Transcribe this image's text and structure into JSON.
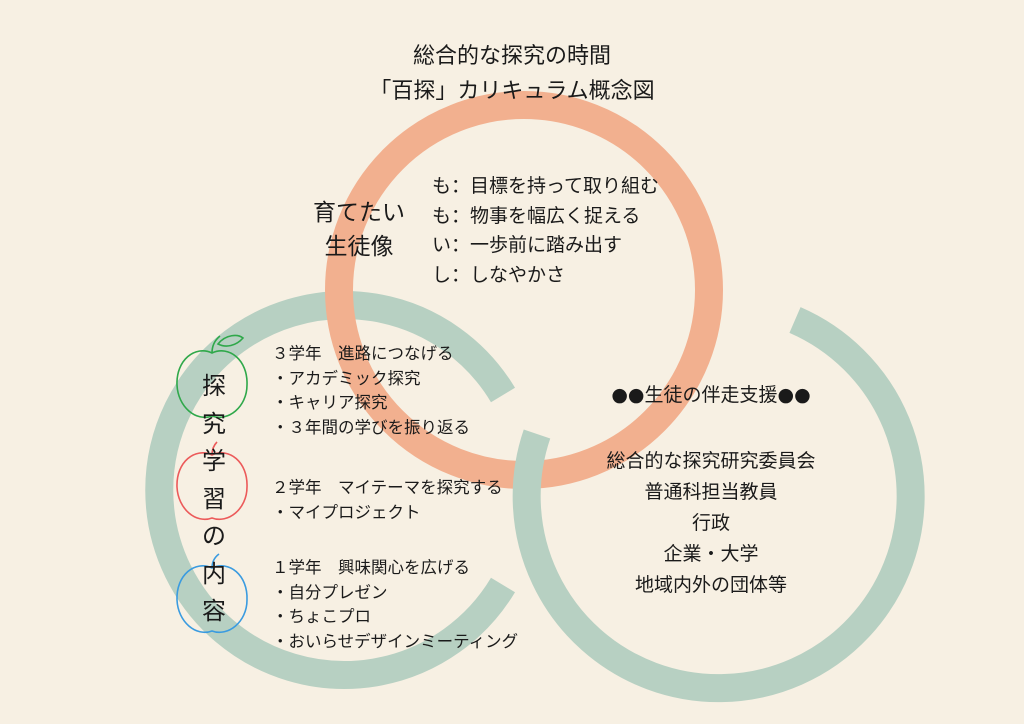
{
  "title": {
    "line1": "総合的な探究の時間",
    "line2": "「百探」カリキュラム概念図"
  },
  "goal": {
    "heading_line1": "育てたい",
    "heading_line2": "生徒像",
    "items": [
      "も：目標を持って取り組む",
      "も：物事を幅広く捉える",
      "い：一歩前に踏み出す",
      "し：しなやかさ"
    ]
  },
  "content": {
    "vertical_chars": [
      "探",
      "究",
      "学",
      "習",
      "の",
      "内",
      "容"
    ],
    "grade3": {
      "heading": "３学年　進路につなげる",
      "items": [
        "・アカデミック探究",
        "・キャリア探究",
        "・３年間の学びを振り返る"
      ]
    },
    "grade2": {
      "heading": "２学年　マイテーマを探究する",
      "items": [
        "・マイプロジェクト"
      ]
    },
    "grade1": {
      "heading": "１学年　興味関心を広げる",
      "items": [
        "・自分プレゼン",
        "・ちょこプロ",
        "・おいらせデザインミーティング"
      ]
    }
  },
  "support": {
    "heading": "●●生徒の伴走支援●●",
    "items": [
      "総合的な探究研究委員会",
      "普通科担当教員",
      "行政",
      "企業・大学",
      "地域内外の団体等"
    ]
  },
  "colors": {
    "background": "#f7f0e3",
    "ring_top": "#f2b08f",
    "ring_bottom": "#b7d0c2",
    "apple_grade3": "#2fa84a",
    "apple_grade2": "#ec5a5a",
    "apple_grade1": "#3a9be0"
  },
  "icons": [
    "apple-icon-green",
    "apple-icon-red",
    "apple-icon-blue"
  ]
}
